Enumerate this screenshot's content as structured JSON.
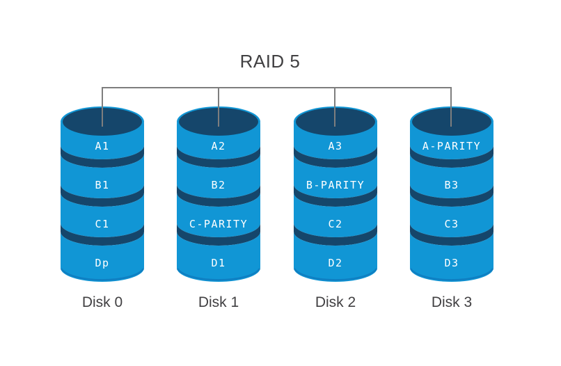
{
  "title": "RAID 5",
  "colors": {
    "background": "#ffffff",
    "disk_body": "#1196d5",
    "disk_dark": "#15466b",
    "disk_bottom_edge": "#0f7fc2",
    "connector": "#7e7e7e",
    "text": "#414042",
    "block_text": "#ffffff"
  },
  "disks": [
    {
      "label": "Disk 0",
      "blocks": [
        "A1",
        "B1",
        "C1",
        "Dp"
      ]
    },
    {
      "label": "Disk 1",
      "blocks": [
        "A2",
        "B2",
        "C-PARITY",
        "D1"
      ]
    },
    {
      "label": "Disk 2",
      "blocks": [
        "A3",
        "B-PARITY",
        "C2",
        "D2"
      ]
    },
    {
      "label": "Disk 3",
      "blocks": [
        "A-PARITY",
        "B3",
        "C3",
        "D3"
      ]
    }
  ]
}
